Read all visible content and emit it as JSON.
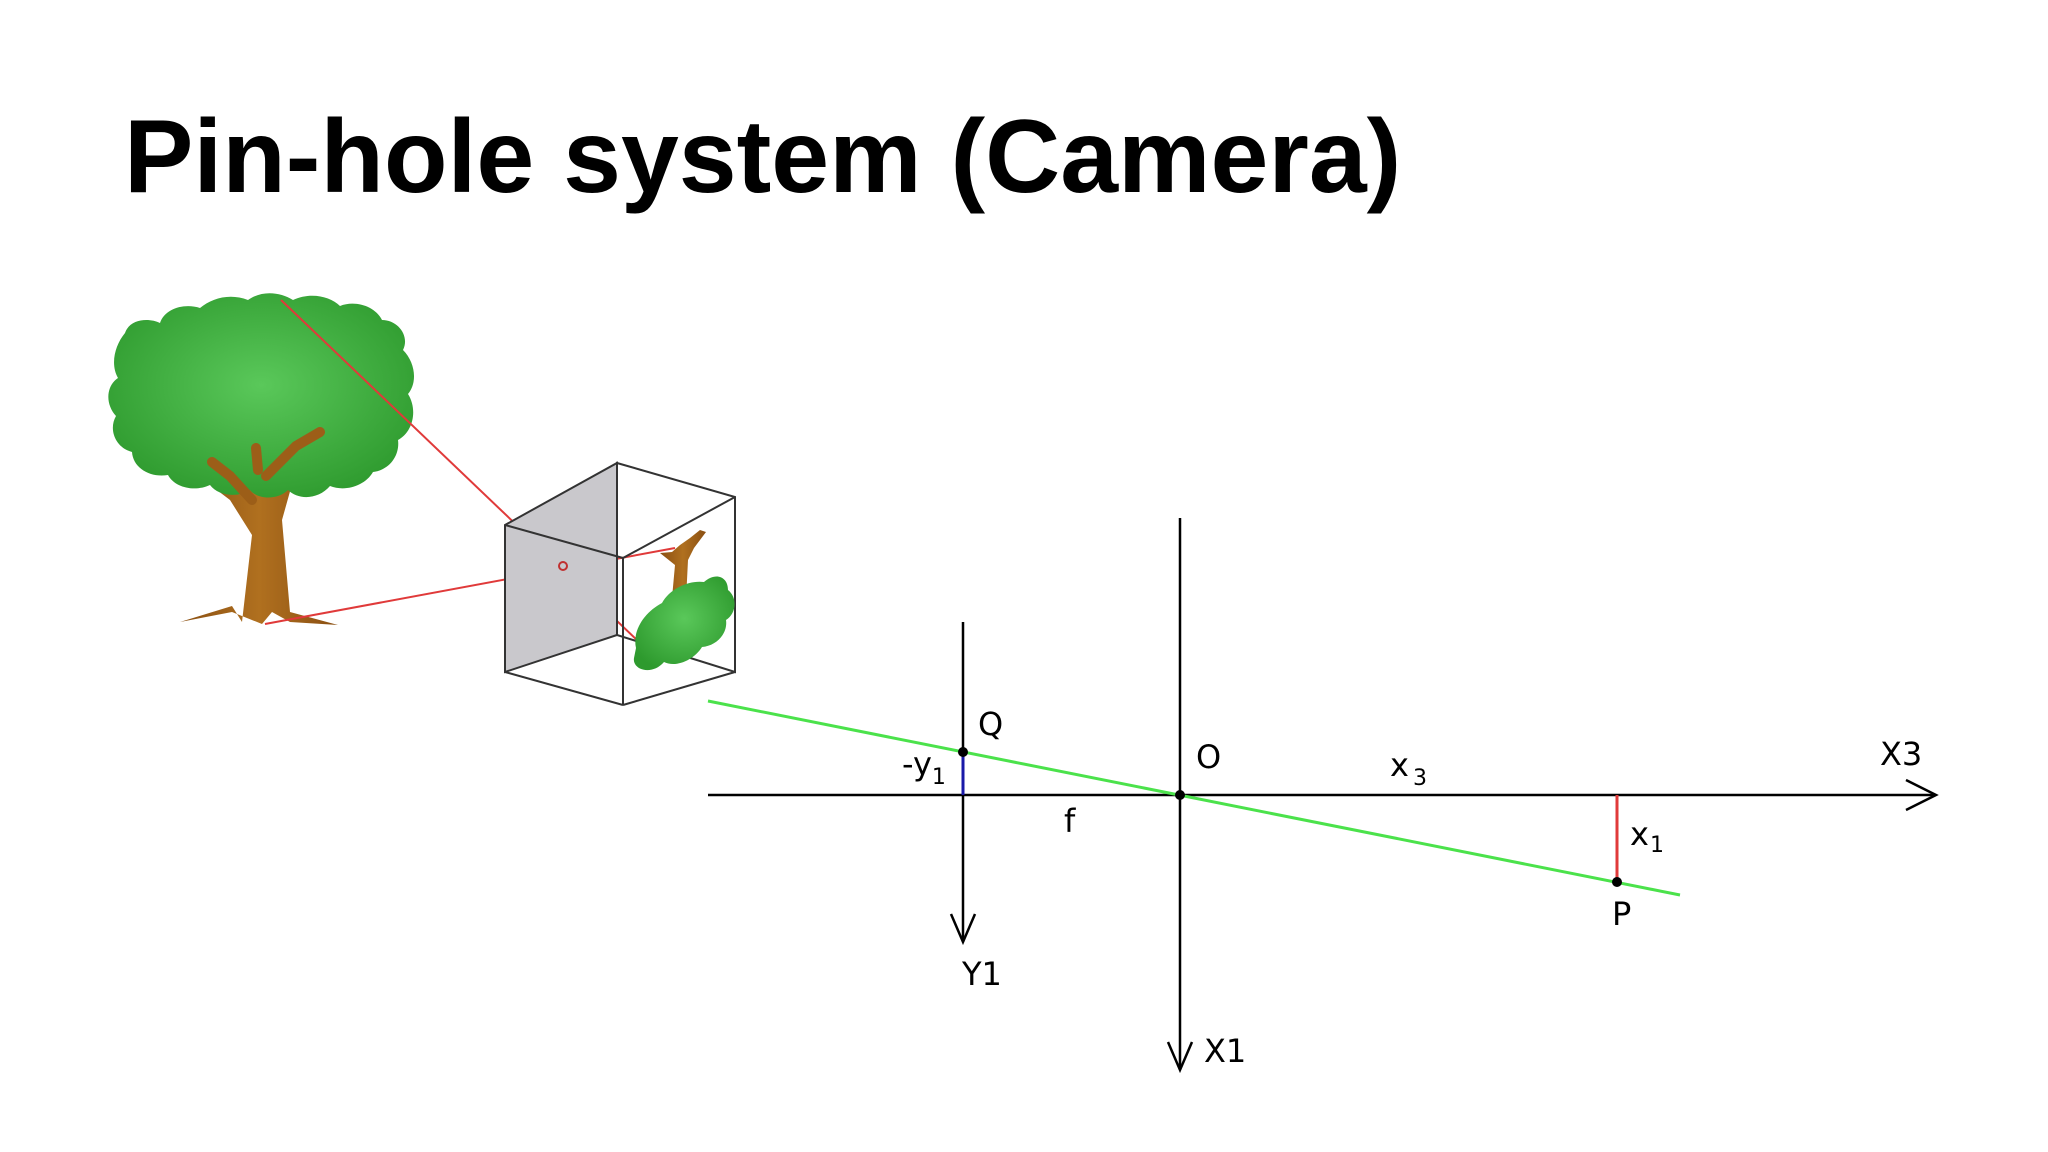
{
  "slide": {
    "title": "Pin-hole system (Camera)"
  },
  "diagram": {
    "labels": {
      "Q": "Q",
      "O": "O",
      "P": "P",
      "neg_y_prefix": "-y",
      "neg_y_sub": "1",
      "f": "f",
      "x3_base": "x",
      "x3_sub": "3",
      "X3": "X3",
      "x1_base": "x",
      "x1_sub": "1",
      "Y1": "Y1",
      "X1": "X1"
    },
    "colors": {
      "ray_red": "#e03a3a",
      "projection_line_green": "#4be24b",
      "segment_blue": "#1a1aa8",
      "segment_red": "#e03a3a",
      "axis_black": "#000000",
      "foliage_green": "#3aa83a",
      "trunk_brown": "#a0621a",
      "camera_side_gray": "#c9c8cc"
    },
    "icons": [
      "tree-icon",
      "pinhole-camera-box-icon",
      "inverted-tree-image-icon"
    ]
  }
}
